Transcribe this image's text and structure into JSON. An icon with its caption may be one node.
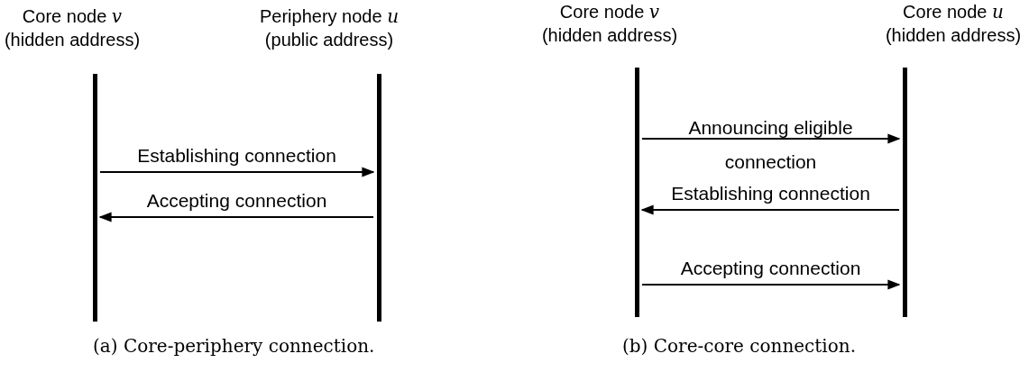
{
  "diagram": {
    "nodes": [
      {
        "text": [
          "Core node *v* (hidden address)"
        ]
      },
      {
        "text": [
          "Periphery node *u* (public address)"
        ]
      },
      {
        "text": [
          "Core node *v* (hidden address)"
        ]
      },
      {
        "text": [
          "Core node *u* (hidden address)"
        ]
      }
    ],
    "edges": [
      {
        "from": 0,
        "to": 1,
        "arrow": "to",
        "label": "Establishing connection"
      },
      {
        "from": 1,
        "to": 0,
        "arrow": "to",
        "label": "Accepting connection"
      },
      {
        "from": 2,
        "to": 3,
        "arrow": "to",
        "label": "Announcing eligible connection"
      },
      {
        "from": 3,
        "to": 2,
        "arrow": "to",
        "label": "Establishing connection"
      },
      {
        "from": 2,
        "to": 3,
        "arrow": "to",
        "label": "Accepting connection"
      }
    ],
    "labels": [
      "(a) Core-periphery connection.",
      "(b) Core-core connection."
    ]
  }
}
